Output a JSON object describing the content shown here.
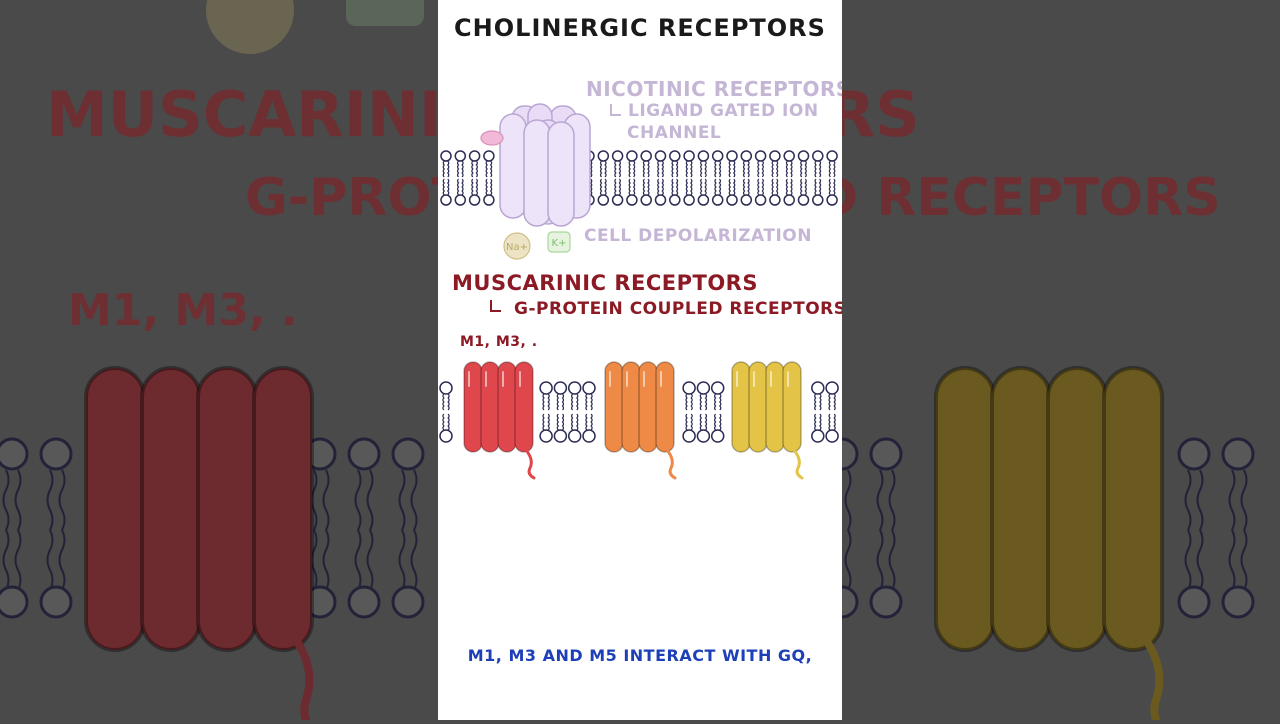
{
  "title": "CHOLINERGIC RECEPTORS",
  "nicotinic": {
    "title": "NICOTINIC RECEPTORS",
    "subtitle_line1": "LIGAND GATED ION",
    "subtitle_line2": "CHANNEL",
    "ions": [
      "Na+",
      "K+"
    ],
    "effect": "CELL DEPOLARIZATION"
  },
  "muscarinic": {
    "title": "MUSCARINIC RECEPTORS",
    "subtitle": "G-PROTEIN COUPLED RECEPTORS",
    "subtypes_label": "M1, M3, .",
    "receptor_colors": [
      "#e0474c",
      "#ee8a45",
      "#e4c447"
    ]
  },
  "background_text": {
    "line1": "MUSCARINIC RECEPTORS",
    "line2": "G-PROTEIN COUPLED RECEPTORS",
    "line3": "M1, M3, ."
  },
  "caption": "M1, M3 AND M5 INTERACT WITH GQ,",
  "colors": {
    "nicotinic_text": "#c6b6d6",
    "muscarinic_text": "#8b1a25",
    "caption_text": "#1d3fb8",
    "nicotinic_protein": "#e8dcf6",
    "membrane_head": "#ffffff",
    "membrane_outline": "#2c2c54"
  }
}
